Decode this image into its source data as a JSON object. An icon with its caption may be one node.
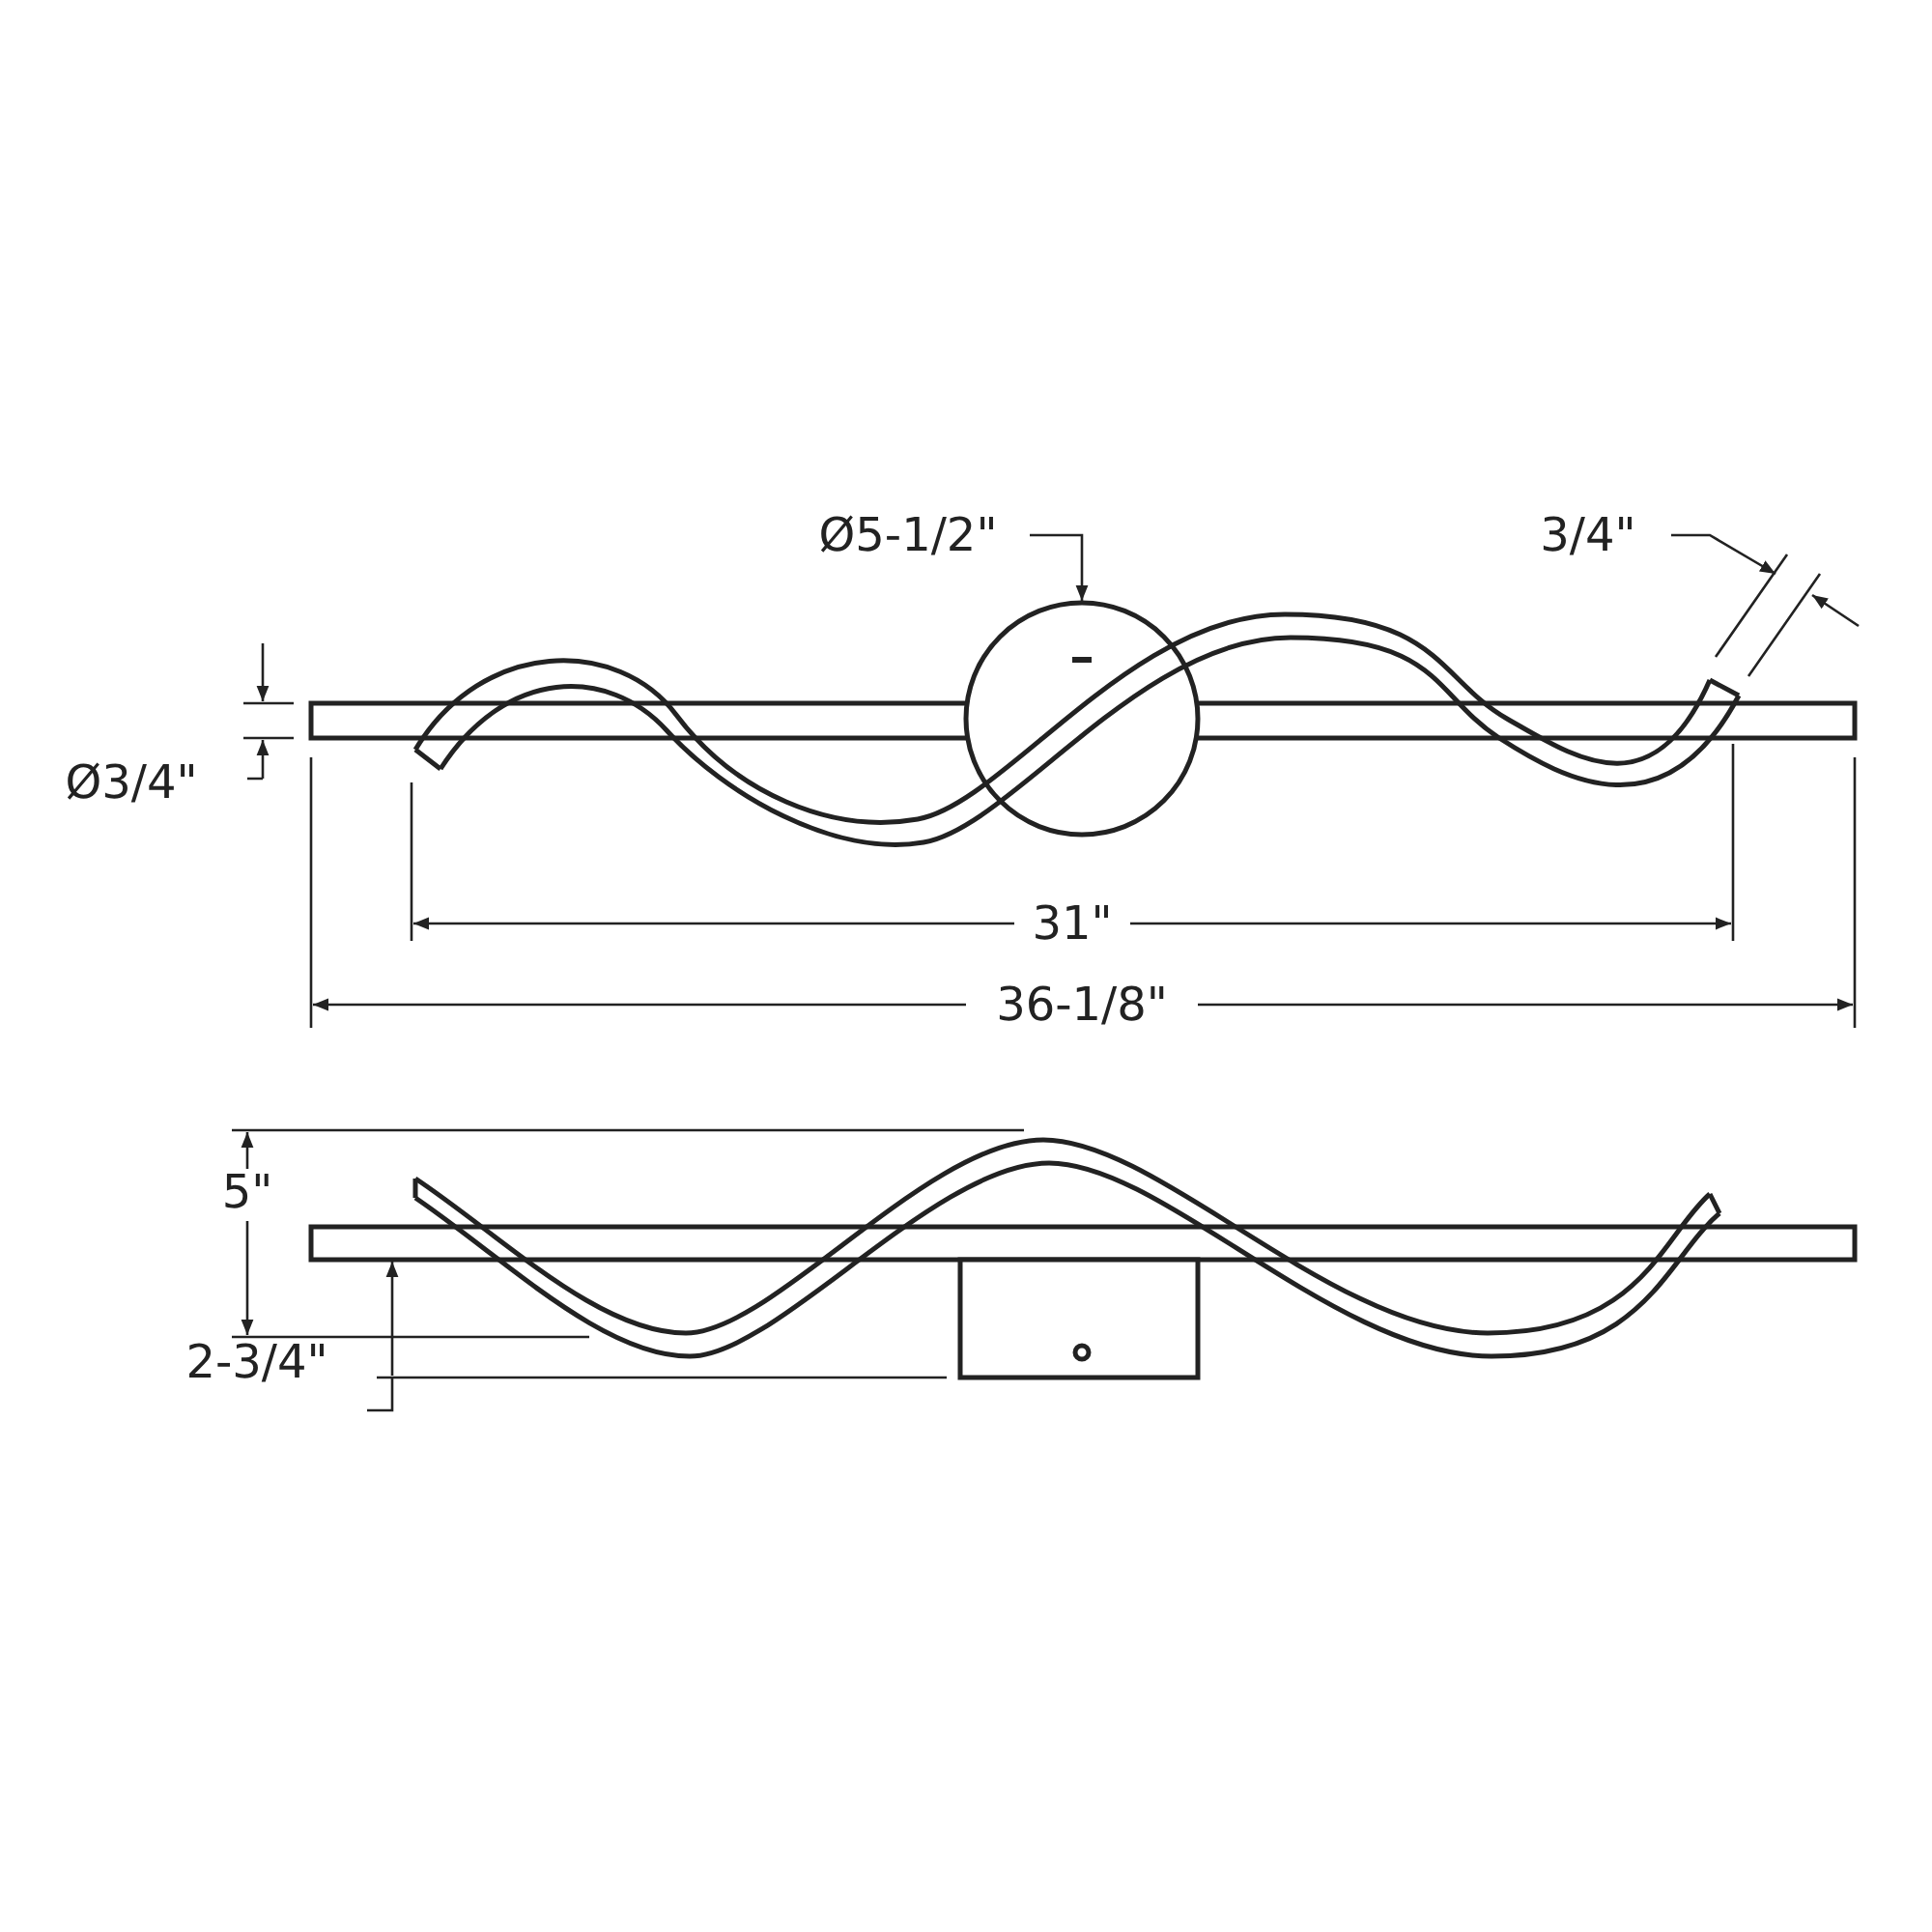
{
  "diagram": {
    "labels": [
      "Ø5-1/2\"",
      "3/4\"",
      "Ø3/4\"",
      "31\"",
      "36-1/8\"",
      "5\"",
      "2-3/4\""
    ]
  }
}
